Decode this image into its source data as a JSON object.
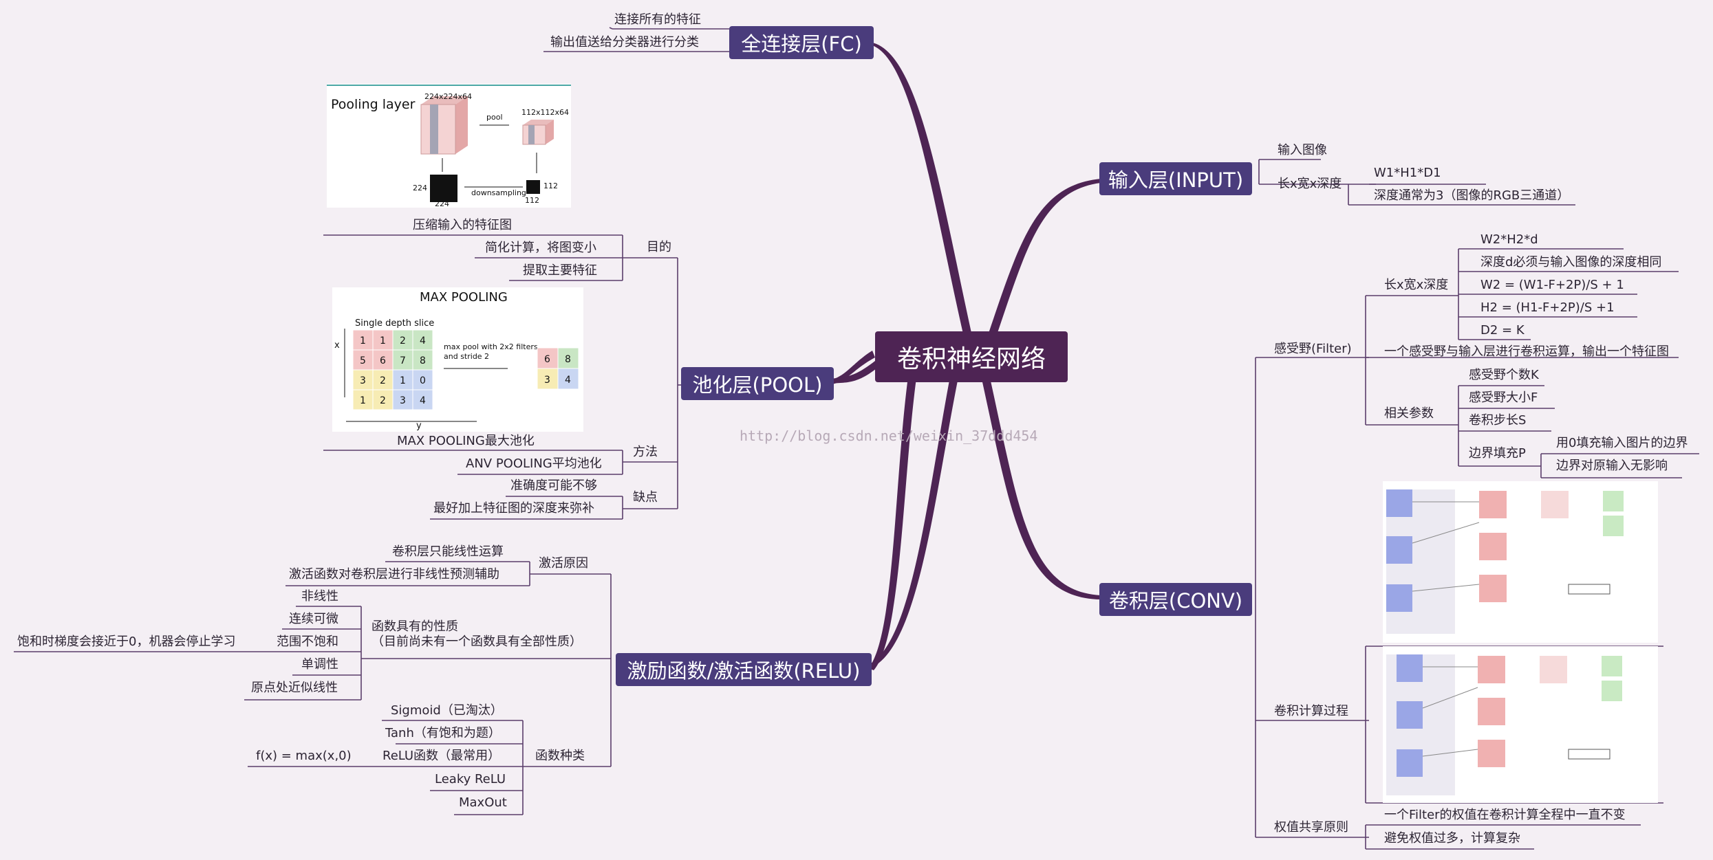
{
  "center": "卷积神经网络",
  "fc": {
    "label": "全连接层(FC)",
    "items": [
      "连接所有的特征",
      "输出值送给分类器进行分类"
    ]
  },
  "input": {
    "label": "输入层(INPUT)",
    "image": "输入图像",
    "dims": "长x宽x深度",
    "dims_items": [
      "W1*H1*D1",
      "深度通常为3（图像的RGB三通道）"
    ]
  },
  "conv": {
    "label": "卷积层(CONV)",
    "filter": "感受野(Filter)",
    "dims": "长x宽x深度",
    "dims_items": [
      "W2*H2*d",
      "深度d必须与输入图像的深度相同",
      "W2 = (W1-F+2P)/S + 1",
      "H2 = (H1-F+2P)/S +1",
      "D2 = K"
    ],
    "filter_note": "一个感受野与输入层进行卷积运算，输出一个特征图",
    "params": "相关参数",
    "params_items": [
      "感受野个数K",
      "感受野大小F",
      "卷积步长S",
      "边界填充P"
    ],
    "padding_items": [
      "用0填充输入图片的边界",
      "边界对原输入无影响"
    ],
    "process": "卷积计算过程",
    "sharing": "权值共享原则",
    "sharing_items": [
      "一个Filter的权值在卷积计算全程中一直不变",
      "避免权值过多，计算复杂"
    ]
  },
  "pool": {
    "label": "池化层(POOL)",
    "purpose": "目的",
    "purpose_items": [
      "压缩输入的特征图",
      "简化计算，将图变小",
      "提取主要特征"
    ],
    "method": "方法",
    "method_items": [
      "MAX POOLING最大池化",
      "ANV POOLING平均池化"
    ],
    "drawback": "缺点",
    "drawback_items": [
      "准确度可能不够",
      "最好加上特征图的深度来弥补"
    ]
  },
  "pool_img1": {
    "title": "Pooling layer",
    "in_dim": "224x224x64",
    "out_dim": "112x112x64",
    "pool": "pool",
    "down": "downsampling",
    "n224a": "224",
    "n224b": "224",
    "n112a": "112",
    "n112b": "112"
  },
  "pool_img2": {
    "title": "MAX POOLING",
    "slice": "Single depth slice",
    "note1": "max pool with 2x2 filters",
    "note2": "and stride 2",
    "x": "x",
    "y": "y",
    "grid": [
      [
        "1",
        "1",
        "2",
        "4"
      ],
      [
        "5",
        "6",
        "7",
        "8"
      ],
      [
        "3",
        "2",
        "1",
        "0"
      ],
      [
        "1",
        "2",
        "3",
        "4"
      ]
    ],
    "out": [
      [
        "6",
        "8"
      ],
      [
        "3",
        "4"
      ]
    ],
    "colors": [
      "#f4c6c6",
      "#c9e6c4",
      "#f7ecb4",
      "#c9d6f2"
    ]
  },
  "relu": {
    "label": "激励函数/激活函数(RELU)",
    "reason": "激活原因",
    "reason_items": [
      "卷积层只能线性运算",
      "激活函数对卷积层进行非线性预测辅助"
    ],
    "props": "函数具有的性质",
    "props_sub": "（目前尚未有一个函数具有全部性质）",
    "props_items": [
      "非线性",
      "连续可微",
      "范围不饱和",
      "单调性",
      "原点处近似线性"
    ],
    "saturate_note": "饱和时梯度会接近于0，机器会停止学习",
    "types": "函数种类",
    "types_items": [
      "Sigmoid（已淘汰）",
      "Tanh（有饱和为题）",
      "ReLU函数（最常用）",
      "Leaky ReLU",
      "MaxOut"
    ],
    "relu_formula": "f(x) = max(x,0)"
  },
  "watermark": "http://blog.csdn.net/weixin_37ddd454",
  "colors": {
    "branch": "#4e2454",
    "line": "#5a3d6a",
    "main_box": "#4a3c7c"
  }
}
